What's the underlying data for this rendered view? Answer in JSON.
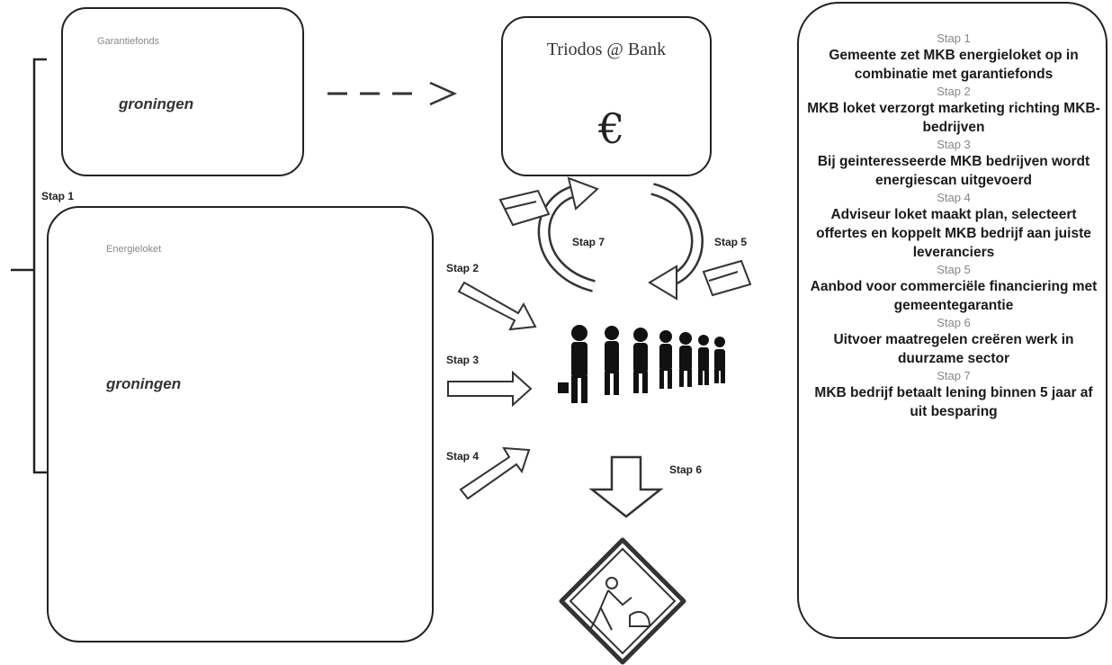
{
  "top_box": {
    "small_label": "Garantiefonds",
    "logo": "groningen"
  },
  "bottom_box": {
    "small_label": "Energieloket",
    "logo": "groningen"
  },
  "bank": {
    "name": "Triodos @ Bank",
    "currency_symbol": "€"
  },
  "flow_labels": {
    "stap1": "Stap 1",
    "stap2": "Stap 2",
    "stap3": "Stap 3",
    "stap4": "Stap 4",
    "stap5": "Stap 5",
    "stap6": "Stap 6",
    "stap7": "Stap 7"
  },
  "steps": [
    {
      "head": "Stap 1",
      "desc": "Gemeente zet MKB energieloket op in combinatie met garantiefonds"
    },
    {
      "head": "Stap 2",
      "desc": "MKB loket verzorgt marketing richting MKB-bedrijven"
    },
    {
      "head": "Stap 3",
      "desc": "Bij geinteresseerde MKB bedrijven wordt energiescan uitgevoerd"
    },
    {
      "head": "Stap 4",
      "desc": "Adviseur loket maakt plan, selecteert offertes en koppelt MKB bedrijf aan juiste leveranciers"
    },
    {
      "head": "Stap 5",
      "desc": "Aanbod voor commerciële financiering met gemeentegarantie"
    },
    {
      "head": "Stap 6",
      "desc": "Uitvoer maatregelen creëren werk in duurzame sector"
    },
    {
      "head": "Stap 7",
      "desc": "MKB bedrijf betaalt lening binnen 5 jaar af uit besparing"
    }
  ]
}
